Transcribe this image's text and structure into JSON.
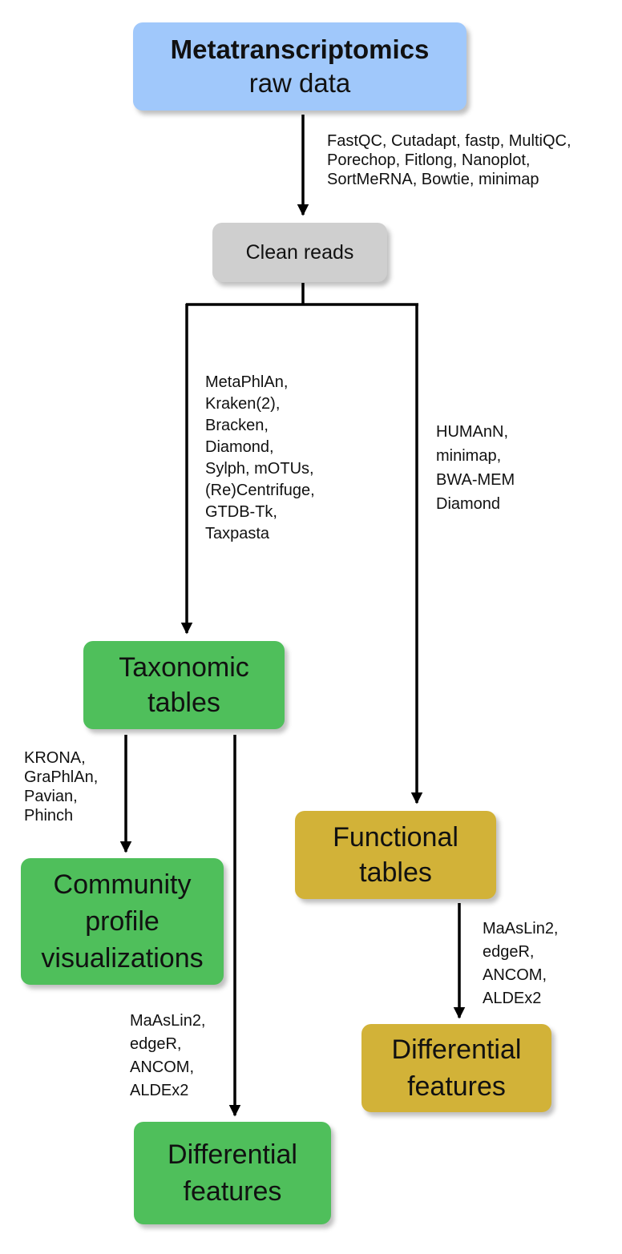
{
  "nodes": {
    "raw": {
      "line1": "Metatranscriptomics",
      "line2": "raw data",
      "color": "#a0c8fb"
    },
    "clean": {
      "text": "Clean reads",
      "color": "#cfcfcf"
    },
    "taxonomic": {
      "line1": "Taxonomic",
      "line2": "tables",
      "color": "#4fbf5b"
    },
    "community": {
      "line1": "Community",
      "line2": "profile",
      "line3": "visualizations",
      "color": "#4fbf5b"
    },
    "diff_left": {
      "line1": "Differential",
      "line2": "features",
      "color": "#4fbf5b"
    },
    "functional": {
      "line1": "Functional",
      "line2": "tables",
      "color": "#d2b238"
    },
    "diff_right": {
      "line1": "Differential",
      "line2": "features",
      "color": "#d2b238"
    }
  },
  "edge_labels": {
    "qc_tools": "FastQC, Cutadapt, fastp, MultiQC,\nPorechop, Fitlong, Nanoplot,\nSortMeRNA, Bowtie, minimap",
    "taxonomy_tools": "MetaPhlAn,\nKraken(2),\nBracken,\nDiamond,\nSylph, mOTUs,\n(Re)Centrifuge,\nGTDB-Tk,\nTaxpasta",
    "function_tools": "HUMAnN,\nminimap,\nBWA-MEM\nDiamond",
    "viz_tools": "KRONA,\nGraPhlAn,\nPavian,\nPhinch",
    "diff_tools_left": "MaAsLin2,\nedgeR,\nANCOM,\nALDEx2",
    "diff_tools_right": "MaAsLin2,\nedgeR,\nANCOM,\nALDEx2"
  }
}
